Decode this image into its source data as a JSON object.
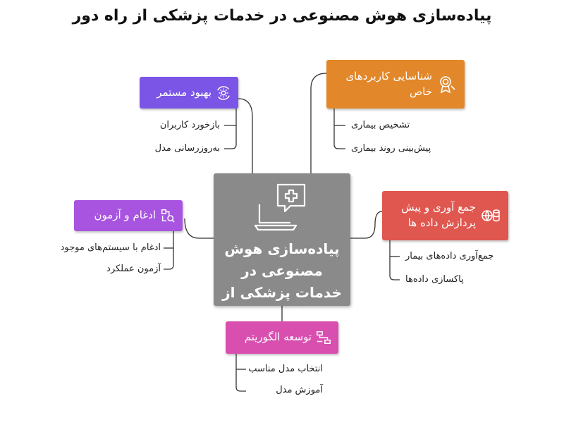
{
  "title": "پیاده‌سازی هوش مصنوعی در خدمات پزشکی از راه دور",
  "center": {
    "label": "پیاده‌سازی هوش مصنوعی در خدمات پزشکی از راه دور",
    "icon": "laptop-medical-icon"
  },
  "nodes": [
    {
      "id": "continuous-improvement",
      "label": "بهبود مستمر",
      "color": "#7b55e6",
      "icon": "gear-cycle-icon",
      "items": [
        "بازخورد کاربران",
        "به‌روزرسانی مدل"
      ]
    },
    {
      "id": "use-cases",
      "label": "شناسایی کاربردهای خاص",
      "color": "#e2872a",
      "icon": "award-search-icon",
      "items": [
        "تشخیص بیماری",
        "پیش‌بینی روند بیماری"
      ]
    },
    {
      "id": "integration-testing",
      "label": "ادغام و آزمون",
      "color": "#a854e0",
      "icon": "integration-icon",
      "items": [
        "ادغام با سیستم‌های موجود",
        "آزمون عملکرد"
      ]
    },
    {
      "id": "data-collection",
      "label": "جمع آوری و پیش پردازش داده ها",
      "color": "#e0574f",
      "icon": "database-globe-icon",
      "items": [
        "جمع‌آوری داده‌های بیمار",
        "پاکسازی داده‌ها"
      ]
    },
    {
      "id": "algorithm-development",
      "label": "توسعه الگوریتم",
      "color": "#d94fb0",
      "icon": "flowchart-icon",
      "items": [
        "انتخاب مدل مناسب",
        "آموزش مدل"
      ]
    }
  ]
}
